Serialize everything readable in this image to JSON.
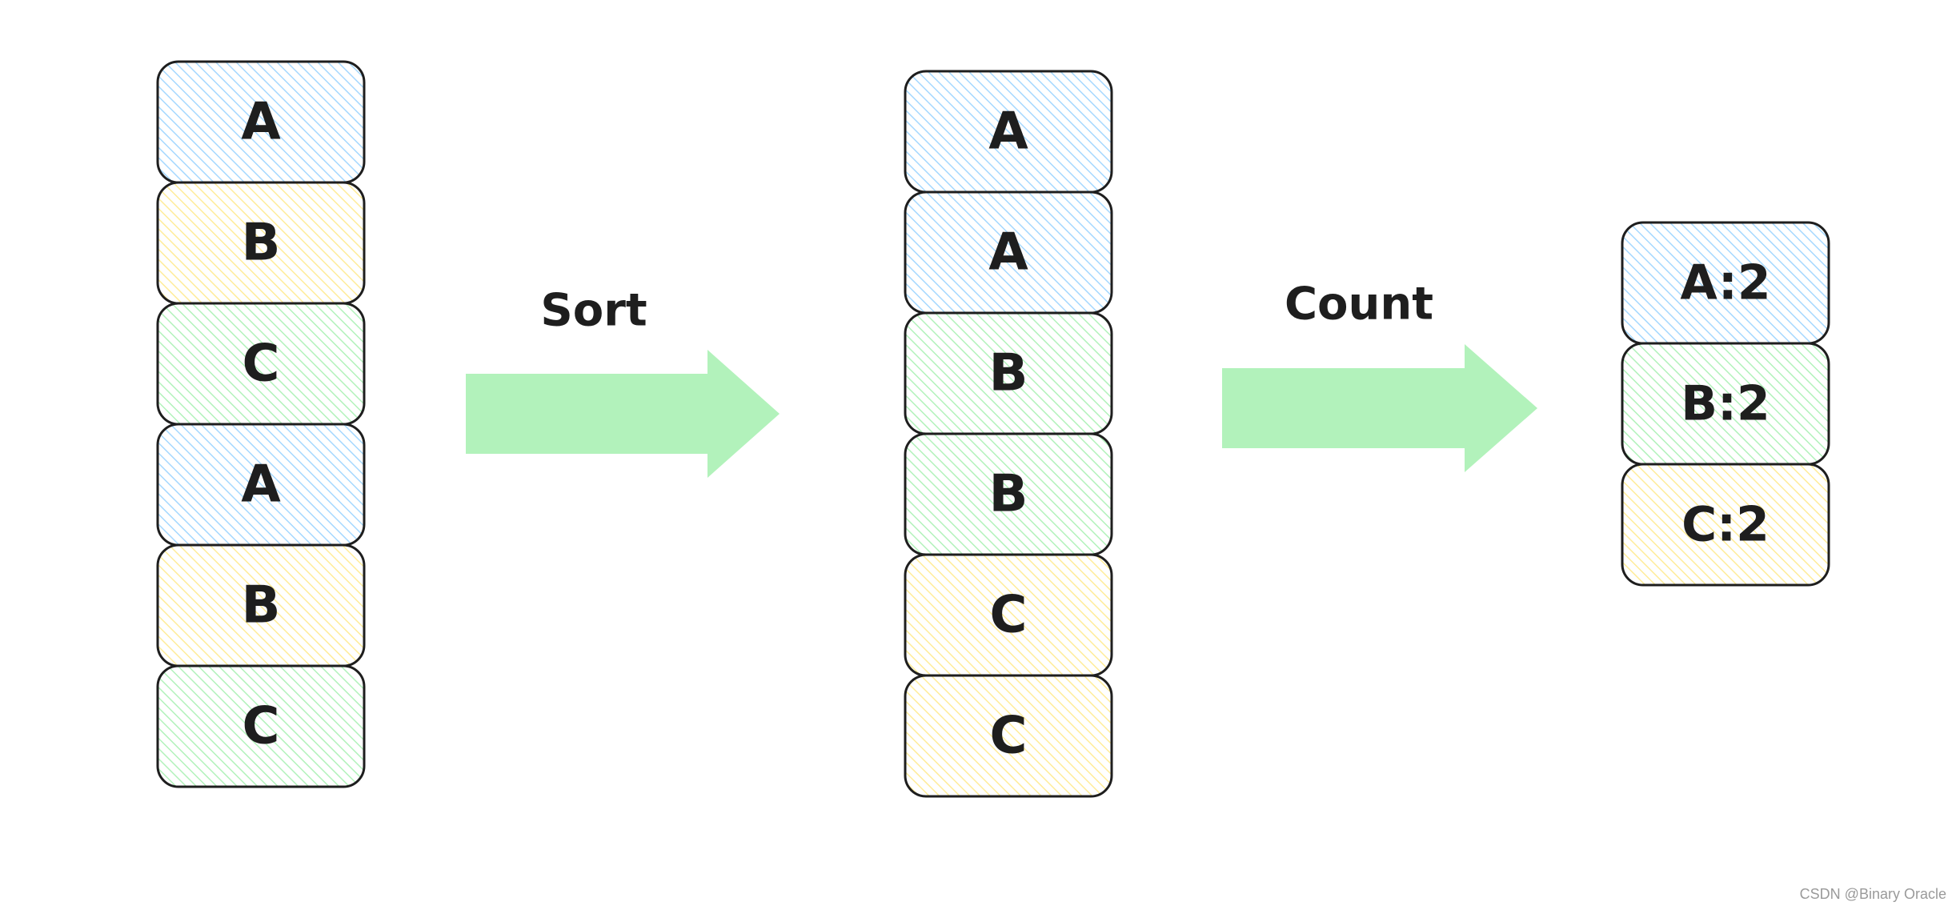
{
  "colors": {
    "blue": "#a5d8ff",
    "yellow": "#ffec99",
    "green": "#b2f2bb",
    "stroke": "#1e1e1e",
    "arrow": "#b2f2bb"
  },
  "columns": [
    {
      "name": "input",
      "cells": [
        {
          "label": "A",
          "color": "blue"
        },
        {
          "label": "B",
          "color": "yellow"
        },
        {
          "label": "C",
          "color": "green"
        },
        {
          "label": "A",
          "color": "blue"
        },
        {
          "label": "B",
          "color": "yellow"
        },
        {
          "label": "C",
          "color": "green"
        }
      ]
    },
    {
      "name": "sorted",
      "cells": [
        {
          "label": "A",
          "color": "blue"
        },
        {
          "label": "A",
          "color": "blue"
        },
        {
          "label": "B",
          "color": "green"
        },
        {
          "label": "B",
          "color": "green"
        },
        {
          "label": "C",
          "color": "yellow"
        },
        {
          "label": "C",
          "color": "yellow"
        }
      ]
    },
    {
      "name": "counts",
      "cells": [
        {
          "label": "A:2",
          "color": "blue"
        },
        {
          "label": "B:2",
          "color": "green"
        },
        {
          "label": "C:2",
          "color": "yellow"
        }
      ]
    }
  ],
  "steps": [
    {
      "label": "Sort"
    },
    {
      "label": "Count"
    }
  ],
  "watermark": "CSDN @Binary Oracle"
}
